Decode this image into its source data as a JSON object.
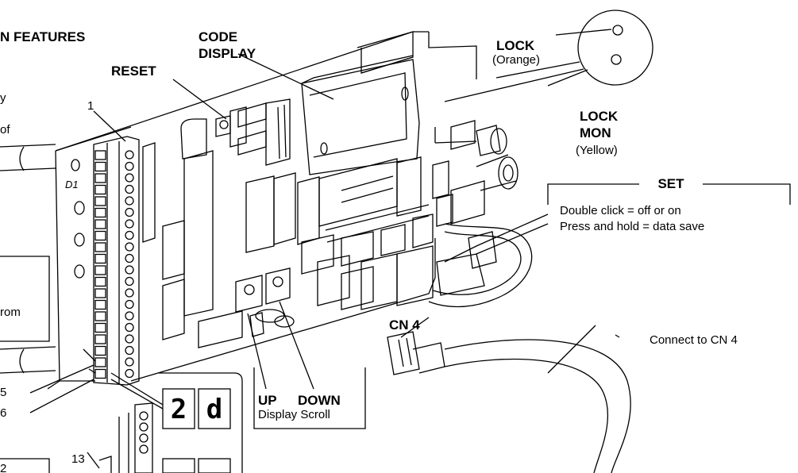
{
  "title": "N FEATURES",
  "labels": {
    "code_display": [
      "CODE",
      "DISPLAY"
    ],
    "reset": "RESET",
    "lock": "LOCK",
    "lock_color": "(Orange)",
    "lock_mon": [
      "LOCK",
      "MON"
    ],
    "lock_mon_color": "(Yellow)",
    "set_title": "SET",
    "set_line1": "Double click = off or on",
    "set_line2": "Press and hold = data save",
    "cn4": "CN 4",
    "connect_to": "Connect to CN 4",
    "up": "UP",
    "down": "DOWN",
    "display_scroll": "Display Scroll",
    "d1": "D1",
    "pin1": "1",
    "pin5": "5",
    "pin6": "6",
    "pin13": "13",
    "left_frag1": "y",
    "left_frag2": "of",
    "left_frag3": "rom",
    "left_frag4": "2"
  },
  "seven_segment": {
    "left": "2",
    "right": "d"
  }
}
